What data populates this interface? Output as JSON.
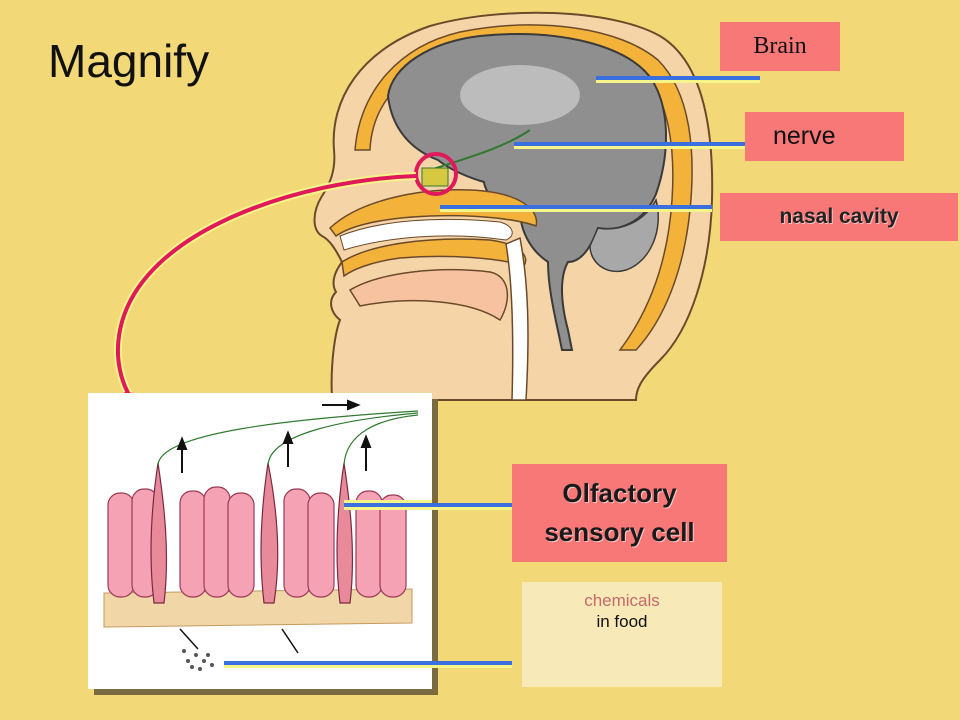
{
  "title": "Magnify",
  "labels": {
    "brain": "Brain",
    "nerve": "nerve",
    "nasal_cavity": "nasal cavity",
    "olfactory_line1": "Olfactory",
    "olfactory_line2": "sensory cell",
    "chemicals": "chemicals",
    "in_food": "in food"
  },
  "colors": {
    "background": "#f3d878",
    "label_box": "#f87878",
    "pointer_line": "#3a6fe0",
    "magnify_arrow": "#e01a5a",
    "brain_gray": "#8f8f8f",
    "skin": "#f5d4a8",
    "cell_pink": "#f4a2b4"
  }
}
